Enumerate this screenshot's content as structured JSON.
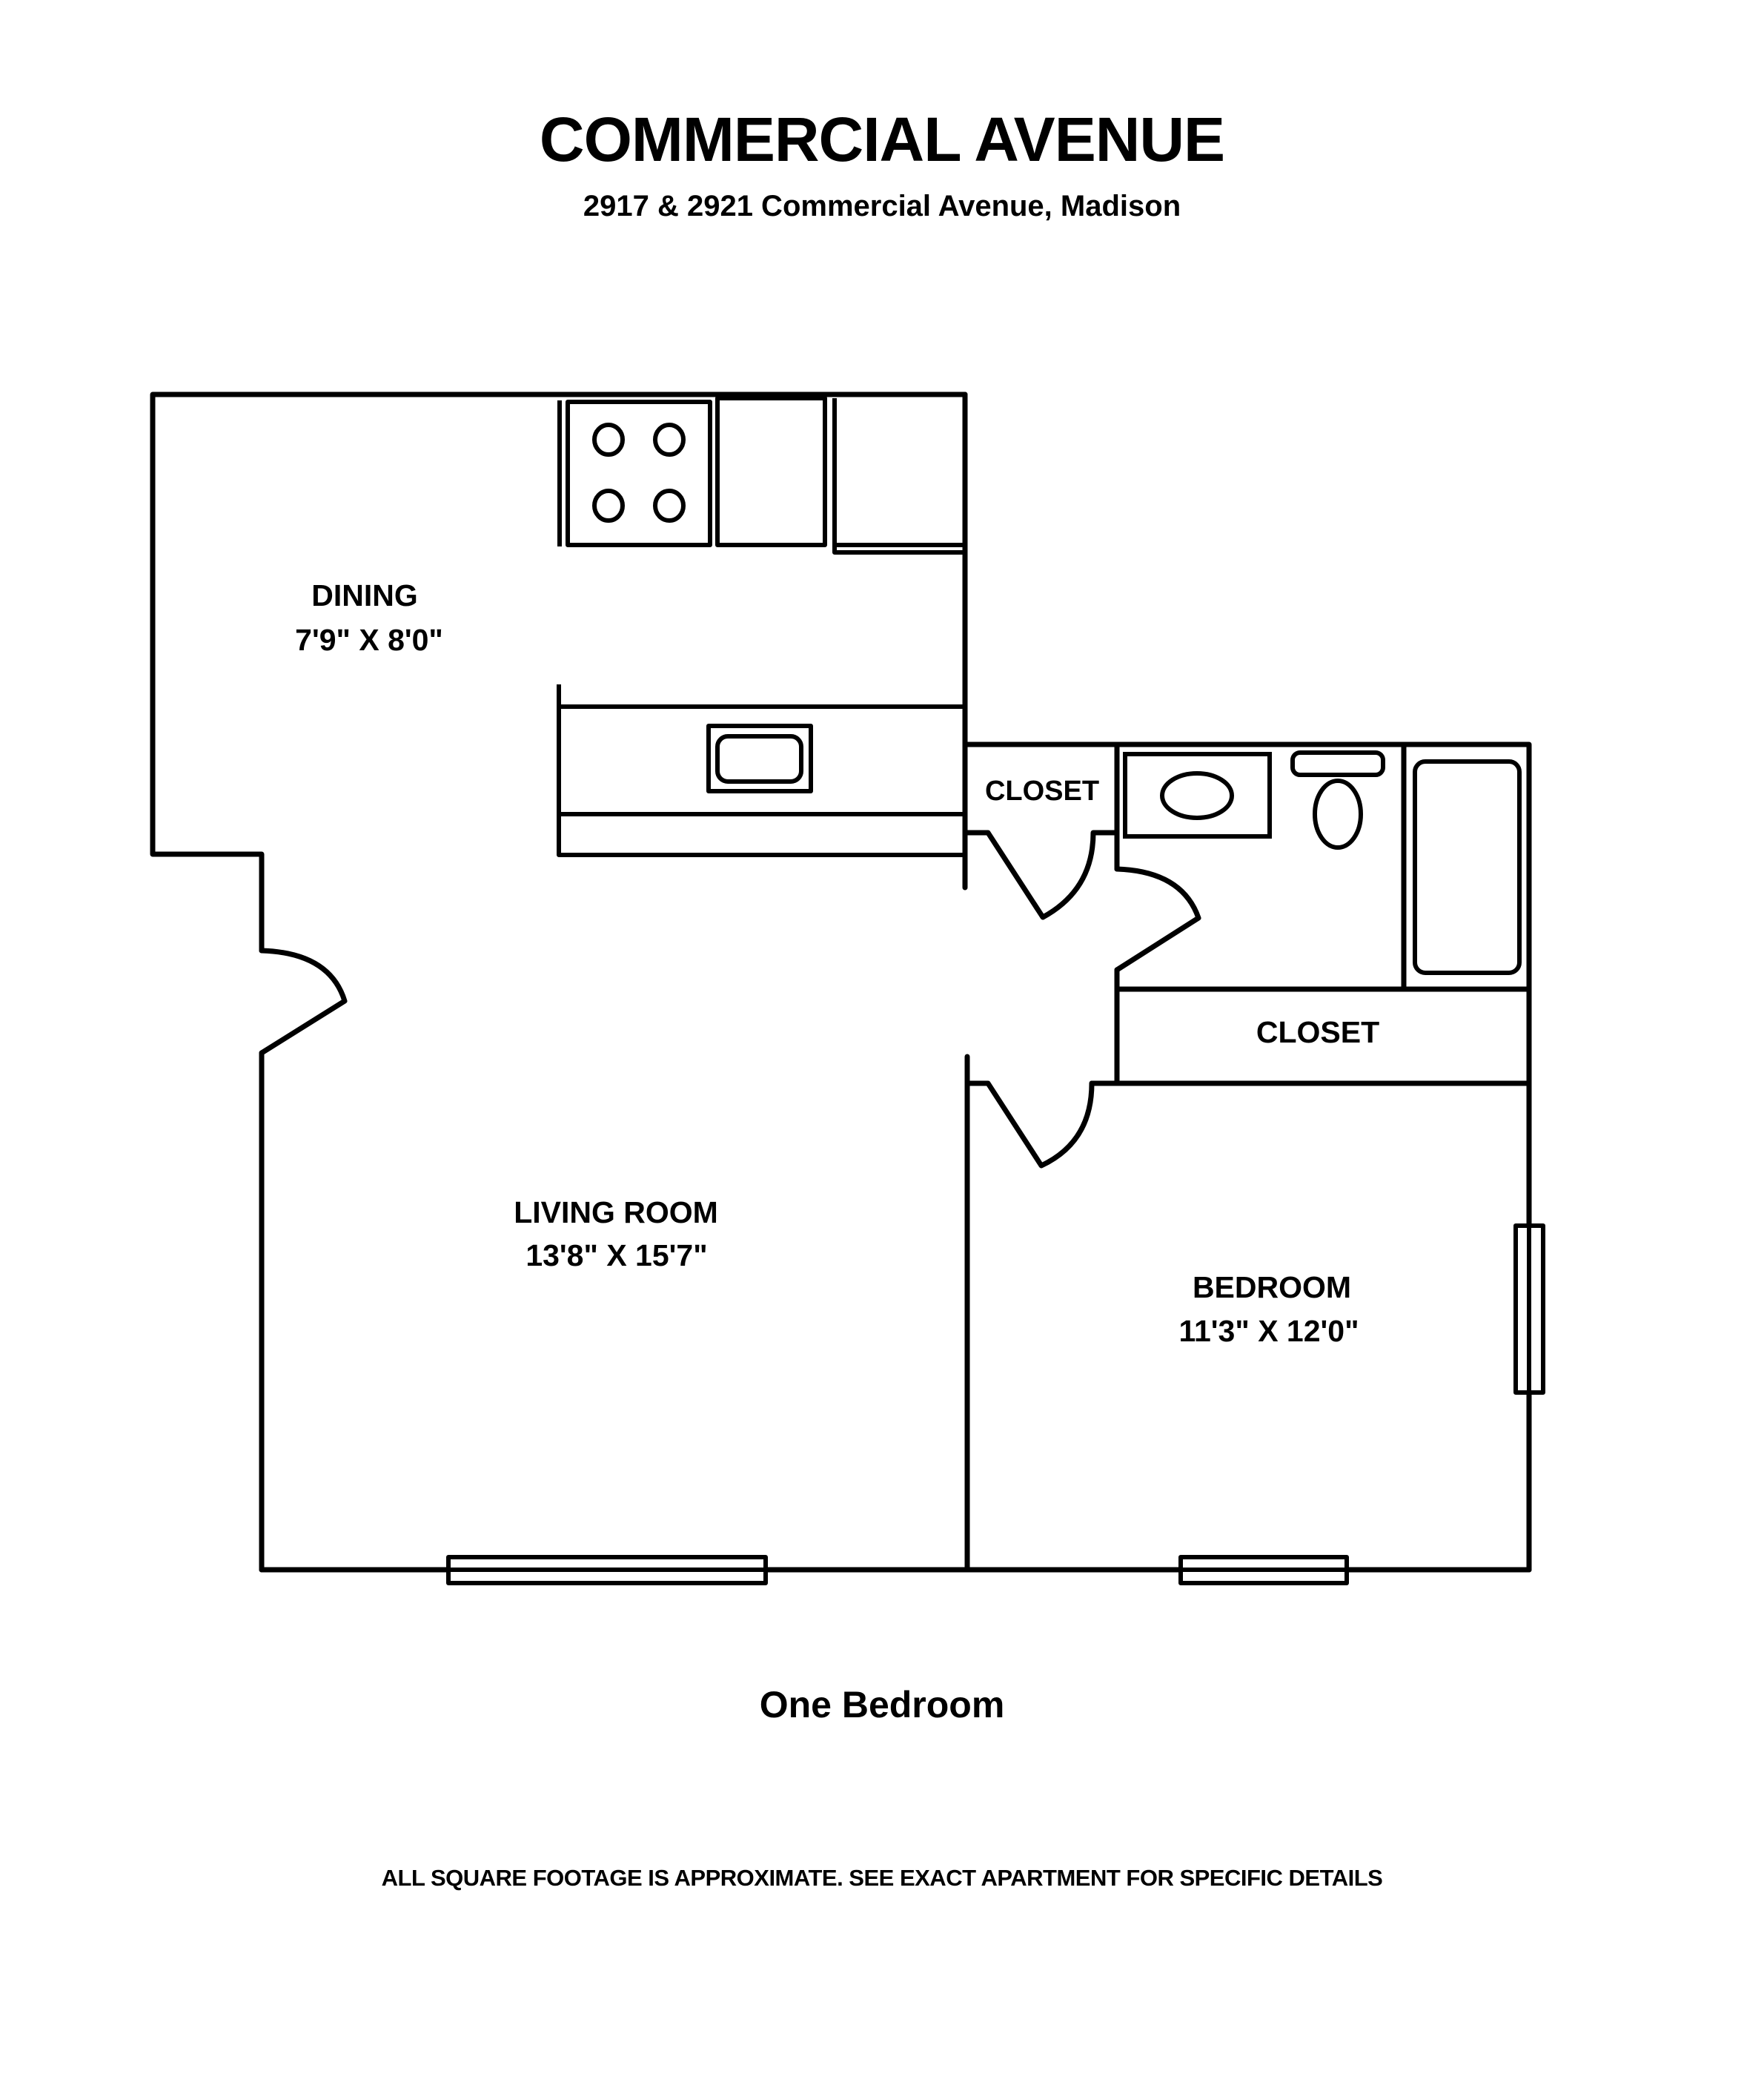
{
  "header": {
    "title": "COMMERCIAL AVENUE",
    "address": "2917 & 2921 Commercial Avenue, Madison"
  },
  "floorplan": {
    "rooms": [
      {
        "name": "DINING",
        "dimensions": "7'9\" X 8'0\""
      },
      {
        "name": "LIVING ROOM",
        "dimensions": "13'8\" X 15'7\""
      },
      {
        "name": "BEDROOM",
        "dimensions": "11'3\" X 12'0\""
      },
      {
        "name": "CLOSET",
        "dimensions": ""
      },
      {
        "name": "CLOSET",
        "dimensions": ""
      }
    ],
    "fixtures": [
      "stove-4-burner",
      "kitchen-counter",
      "refrigerator",
      "kitchen-sink",
      "bathroom-vanity-sink",
      "toilet",
      "bathtub"
    ],
    "doors": [
      "entry-door",
      "hall-closet-door",
      "bathroom-door",
      "bedroom-door"
    ],
    "windows": [
      "living-room-window",
      "bedroom-window-bottom",
      "bedroom-window-side"
    ],
    "line_color": "#000000",
    "background_color": "#ffffff"
  },
  "footer": {
    "unit_type": "One Bedroom",
    "disclaimer": "ALL SQUARE FOOTAGE IS APPROXIMATE. SEE EXACT APARTMENT FOR SPECIFIC DETAILS"
  }
}
